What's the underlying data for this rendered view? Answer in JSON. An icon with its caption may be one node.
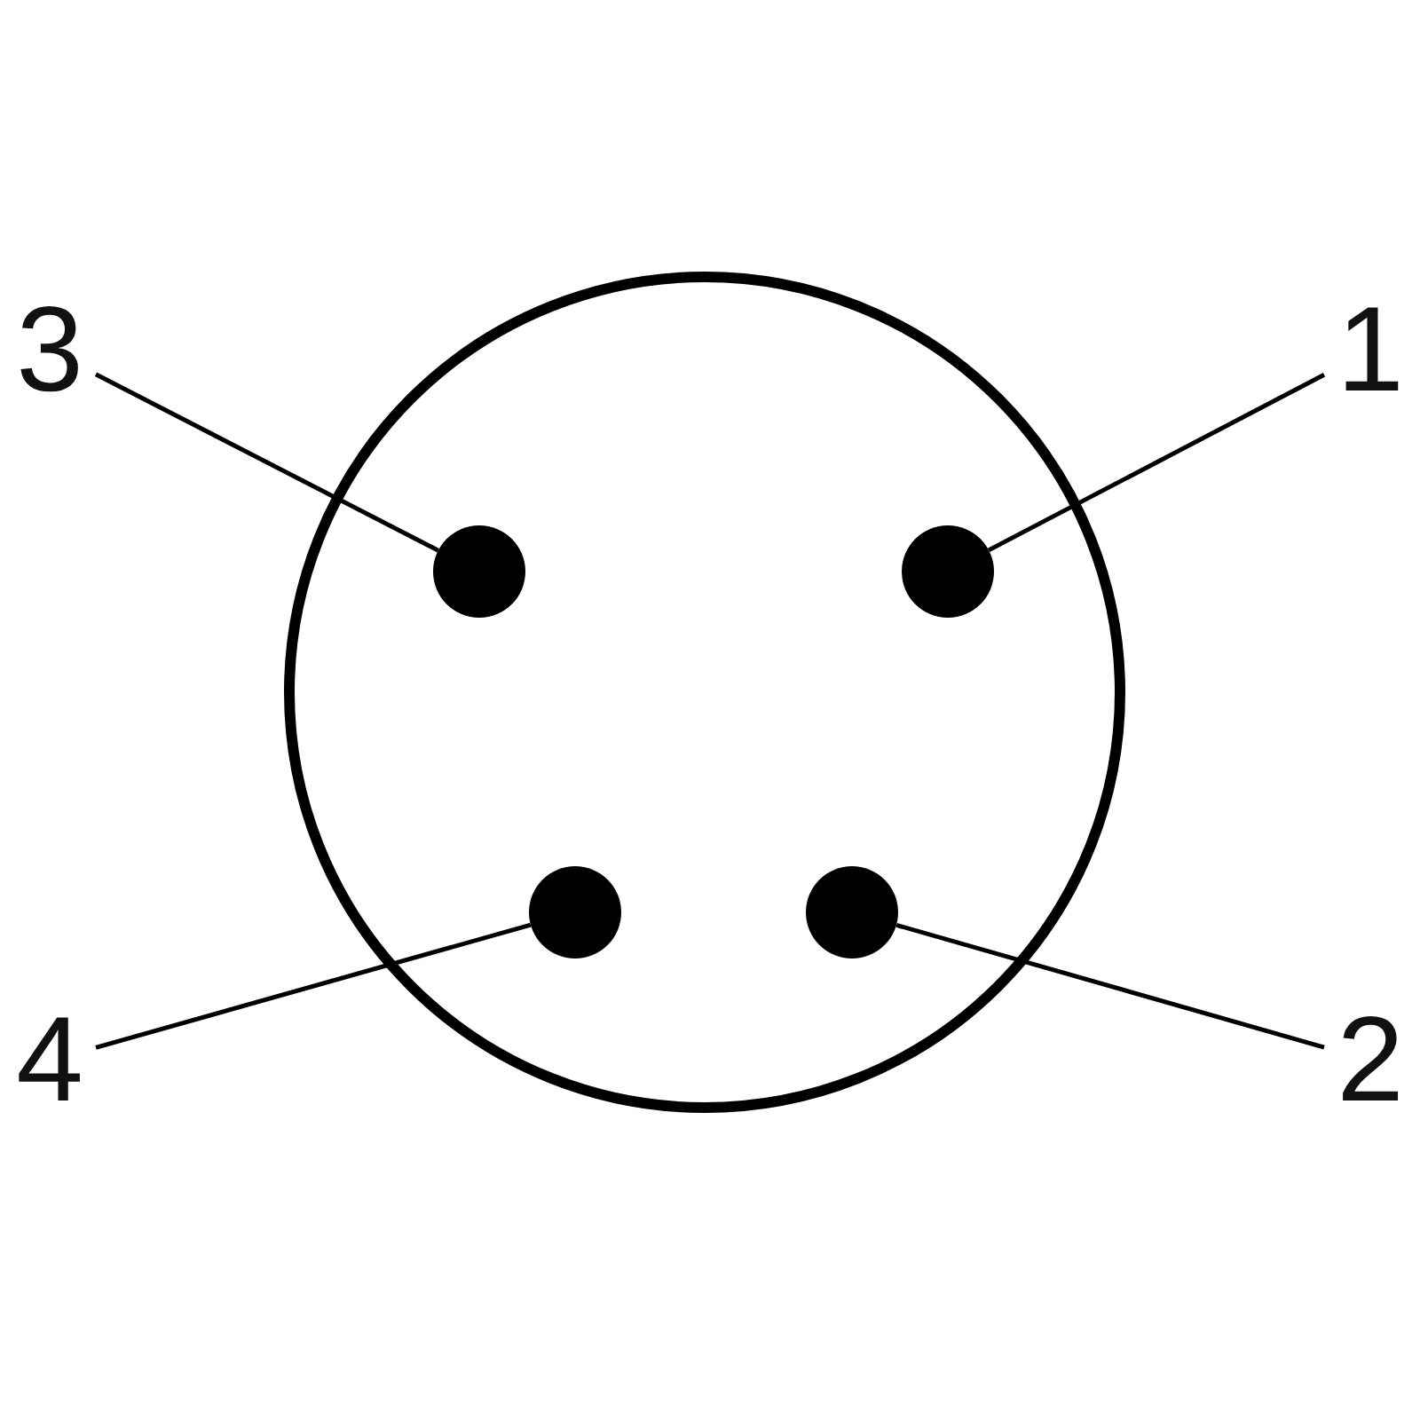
{
  "diagram": {
    "nodes": [
      {
        "text": [],
        "shape": "circle"
      },
      {
        "text": [
          "3"
        ]
      },
      {
        "text": [
          "1"
        ]
      },
      {
        "text": [],
        "shape": "circle",
        "in": 0
      },
      {
        "text": [],
        "shape": "circle",
        "in": 0
      },
      {
        "text": [],
        "shape": "circle",
        "in": 0
      },
      {
        "text": [],
        "shape": "circle",
        "in": 0
      },
      {
        "text": [
          "4"
        ]
      },
      {
        "text": [
          "2"
        ]
      }
    ],
    "edges": [
      {
        "from": 1,
        "to": 3,
        "arrow": "none"
      },
      {
        "from": 2,
        "to": 4,
        "arrow": "none"
      },
      {
        "from": 7,
        "to": 5,
        "arrow": "none"
      },
      {
        "from": 8,
        "to": 6,
        "arrow": "none"
      }
    ]
  }
}
